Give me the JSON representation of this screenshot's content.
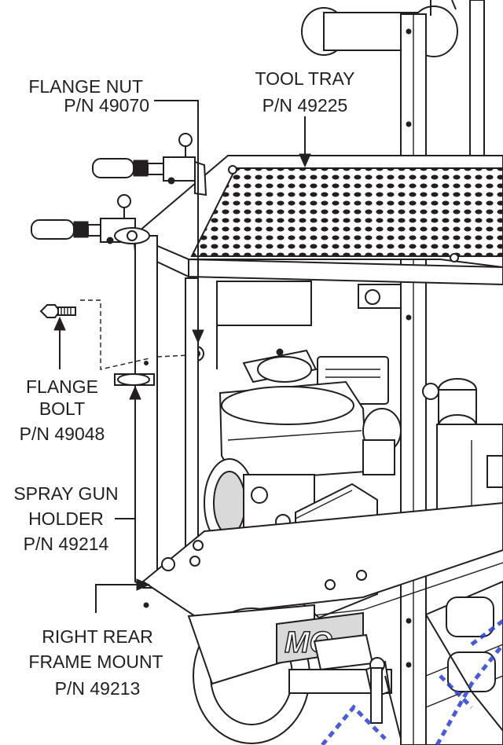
{
  "callouts": {
    "flange_nut": {
      "name": "FLANGE NUT",
      "pn": "P/N 49070"
    },
    "tool_tray": {
      "name": "TOOL TRAY",
      "pn": "P/N 49225"
    },
    "flange_bolt": {
      "line1": "FLANGE",
      "line2": "BOLT",
      "pn": "P/N 49048"
    },
    "spray_gun_holder": {
      "line1": "SPRAY GUN",
      "line2": "HOLDER",
      "pn": "P/N 49214"
    },
    "right_rear_frame_mount": {
      "line1": "RIGHT REAR",
      "line2": "FRAME MOUNT",
      "pn": "P/N 49213"
    }
  },
  "logo_text": "MQ",
  "colors": {
    "line": "#231f20",
    "watermark": "#2a3fd1"
  }
}
